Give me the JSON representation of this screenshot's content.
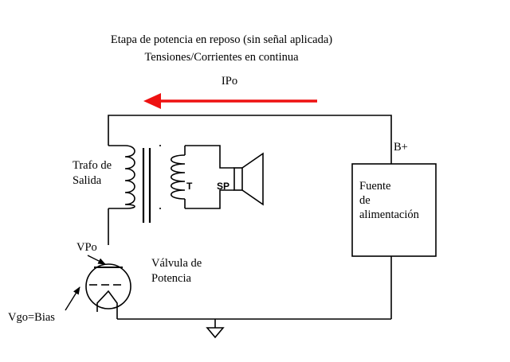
{
  "title": {
    "line1": "Etapa de potencia en reposo (sin señal aplicada)",
    "line2": "Tensiones/Corrientes en continua"
  },
  "labels": {
    "current": "IPo",
    "b_plus": "B+",
    "transformer_line1": "Trafo de",
    "transformer_line2": "Salida",
    "transformer_id": "T",
    "speaker_id": "SP",
    "power_supply_line1": "Fuente",
    "power_supply_line2": "de",
    "power_supply_line3": "alimentación",
    "plate_voltage": "VPo",
    "tube_line1": "Válvula de",
    "tube_line2": "Potencia",
    "grid_bias": "Vgo=Bias"
  },
  "colors": {
    "current_arrow": "#ee1111",
    "wire": "#000000"
  }
}
